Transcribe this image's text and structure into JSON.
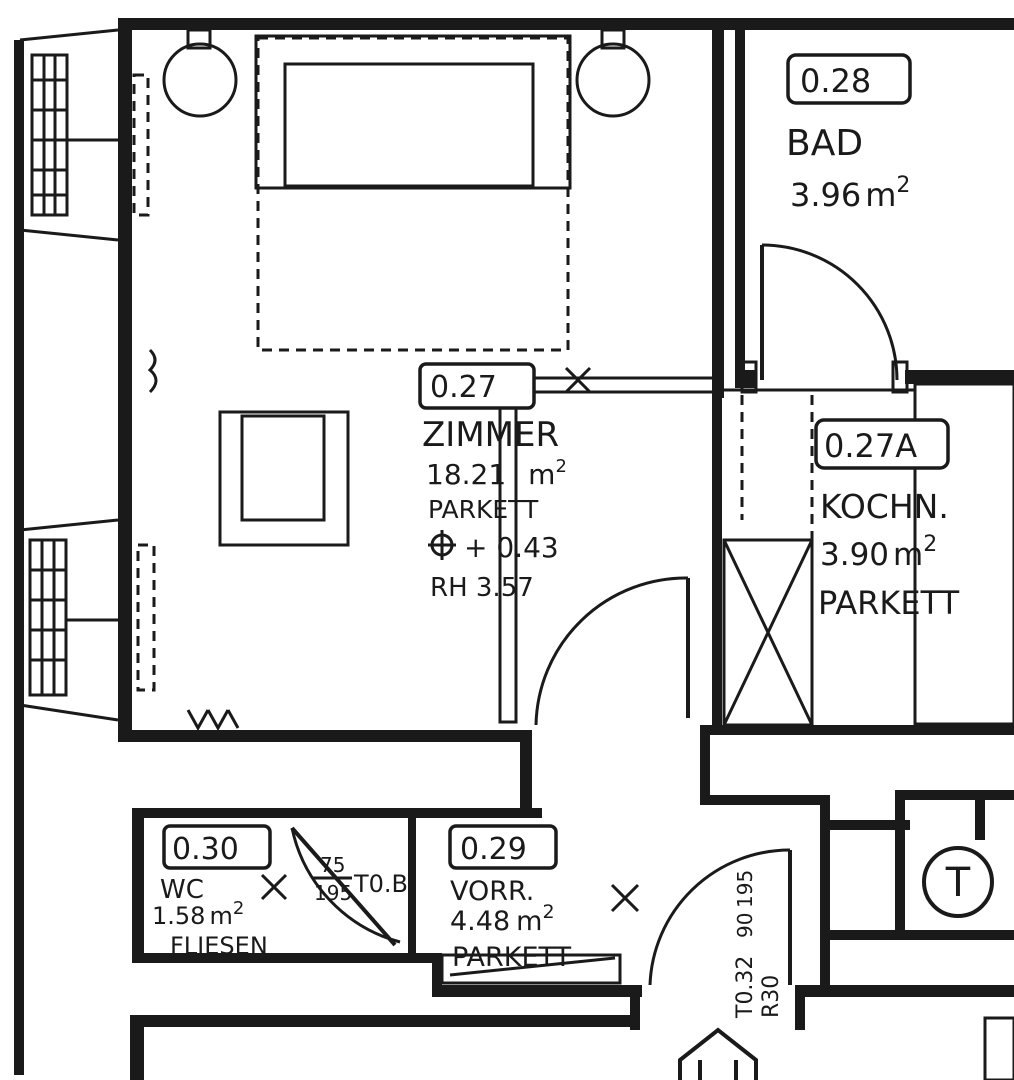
{
  "rooms": [
    {
      "id": "zimmer",
      "number": "0.27",
      "name": "ZIMMER",
      "area": "18.21",
      "unit_base": "m",
      "unit_exp": "2",
      "floor": "PARKETT",
      "level": "+ 0.43",
      "height": "RH 3.57"
    },
    {
      "id": "bad",
      "number": "0.28",
      "name": "BAD",
      "area": "3.96",
      "unit_base": "m",
      "unit_exp": "2"
    },
    {
      "id": "kochn",
      "number": "0.27A",
      "name": "KOCHN.",
      "area": "3.90",
      "unit_base": "m",
      "unit_exp": "2",
      "floor": "PARKETT"
    },
    {
      "id": "wc",
      "number": "0.30",
      "name": "WC",
      "area": "1.58",
      "unit_base": "m",
      "unit_exp": "2",
      "floor": "FLIESEN"
    },
    {
      "id": "vorr",
      "number": "0.29",
      "name": "VORR.",
      "area": "4.48",
      "unit_base": "m",
      "unit_exp": "2",
      "floor": "PARKETT"
    }
  ],
  "annotations": {
    "door_wc_top": "75",
    "door_wc_bottom": "195",
    "door_wc_note": "T0.B",
    "entry_door_top": "90",
    "entry_door_bottom": "195",
    "entry_door_code": "T0.32",
    "entry_door_r": "R30",
    "stair_symbol": "T"
  },
  "colors": {
    "ink": "#1a1a1a",
    "paper": "#ffffff"
  }
}
